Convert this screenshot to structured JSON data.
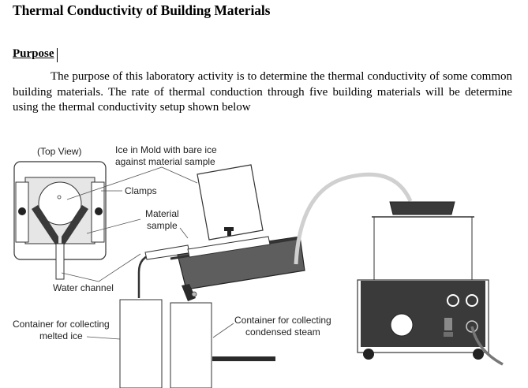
{
  "document": {
    "title": "Thermal Conductivity of Building Materials",
    "section_heading": "Purpose",
    "paragraph": "The purpose of this laboratory activity is to determine the thermal conductivity of some common building materials. The rate of thermal conduction through five building materials will be determine using the thermal conductivity setup shown below"
  },
  "diagram": {
    "labels": {
      "top_view": "(Top View)",
      "ice_mold_line1": "Ice in Mold with bare ice",
      "ice_mold_line2": "against material sample",
      "clamps": "Clamps",
      "material_line1": "Material",
      "material_line2": "sample",
      "water_channel": "Water channel",
      "melted_ice_line1": "Container for collecting",
      "melted_ice_line2": "melted ice",
      "steam_line1": "Container for collecting",
      "steam_line2": "condensed steam"
    },
    "colors": {
      "dark": "#3a3a3a",
      "mid": "#6e6e6e",
      "light_fill": "#e6e6e6",
      "tube": "#d0d0d0"
    }
  }
}
